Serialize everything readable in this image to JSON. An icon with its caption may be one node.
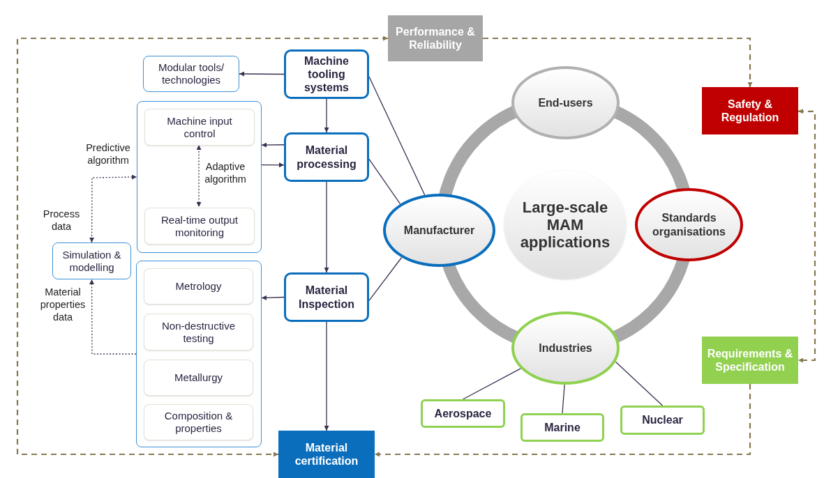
{
  "diagram": {
    "nodes": [
      {
        "text": [
          "Performance & Reliability"
        ]
      },
      {
        "text": [
          "Safety & Regulation"
        ]
      },
      {
        "text": [
          "Requirements & Specification"
        ]
      },
      {
        "text": [
          "Modular tools/ technologies"
        ]
      },
      {
        "text": [
          "Machine tooling systems"
        ]
      },
      {
        "text": [],
        "shape": "box"
      },
      {
        "text": [
          "Machine input control"
        ],
        "in": 5
      },
      {
        "text": [
          "Real-time output monitoring"
        ],
        "in": 5
      },
      {
        "text": [
          "Material processing"
        ]
      },
      {
        "text": [
          "Simulation & modelling"
        ]
      },
      {
        "text": [],
        "shape": "box"
      },
      {
        "text": [
          "Metrology"
        ],
        "in": 10
      },
      {
        "text": [
          "Non-destructive testing"
        ],
        "in": 10
      },
      {
        "text": [
          "Metallurgy"
        ],
        "in": 10
      },
      {
        "text": [
          "Composition & properties"
        ],
        "in": 10
      },
      {
        "text": [
          "Material Inspection"
        ]
      },
      {
        "text": [
          "Material certification"
        ]
      },
      {
        "text": [
          "End-users"
        ]
      },
      {
        "text": [
          "Manufacturer"
        ]
      },
      {
        "text": [
          "Large-scale MAM applications"
        ]
      },
      {
        "text": [
          "Standards organisations"
        ]
      },
      {
        "text": [
          "Industries"
        ]
      },
      {
        "text": [
          "Aerospace"
        ]
      },
      {
        "text": [
          "Marine"
        ]
      },
      {
        "text": [
          "Nuclear"
        ]
      }
    ],
    "edges": [
      {
        "from": 4,
        "to": 3,
        "arrow": "to"
      },
      {
        "from": 4,
        "to": 8,
        "arrow": "to"
      },
      {
        "from": 8,
        "to": 5,
        "arrow": "to"
      },
      {
        "from": 5,
        "to": 8,
        "arrow": "to"
      },
      {
        "from": 8,
        "to": 15,
        "arrow": "to"
      },
      {
        "from": 15,
        "to": 10,
        "arrow": "to"
      },
      {
        "from": 15,
        "to": 16,
        "arrow": "to"
      },
      {
        "from": 4,
        "to": 18,
        "arrow": "none"
      },
      {
        "from": 8,
        "to": 18,
        "arrow": "none"
      },
      {
        "from": 15,
        "to": 18,
        "arrow": "none"
      },
      {
        "from": 6,
        "to": 7,
        "arrow": "both",
        "style": "dashed"
      },
      {
        "from": 9,
        "to": 5,
        "arrow": "both",
        "style": "dashed"
      },
      {
        "from": 10,
        "to": 9,
        "arrow": "to",
        "style": "dashed"
      },
      {
        "from": 21,
        "to": 22,
        "arrow": "none"
      },
      {
        "from": 21,
        "to": 23,
        "arrow": "none"
      },
      {
        "from": 21,
        "to": 24,
        "arrow": "none"
      },
      {
        "from": 0,
        "to": 16,
        "arrow": "both",
        "style": "dashed",
        "color": "#857950"
      },
      {
        "from": 0,
        "to": 1,
        "arrow": "to",
        "style": "dashed",
        "color": "#857950"
      },
      {
        "from": 1,
        "to": 2,
        "arrow": "both",
        "style": "dashed",
        "color": "#857950"
      },
      {
        "from": 2,
        "to": 16,
        "arrow": "to",
        "style": "dashed",
        "color": "#857950"
      }
    ],
    "labels": [
      "Predictive algorithm",
      "Adaptive algorithm",
      "Process data",
      "Material properties data"
    ]
  }
}
